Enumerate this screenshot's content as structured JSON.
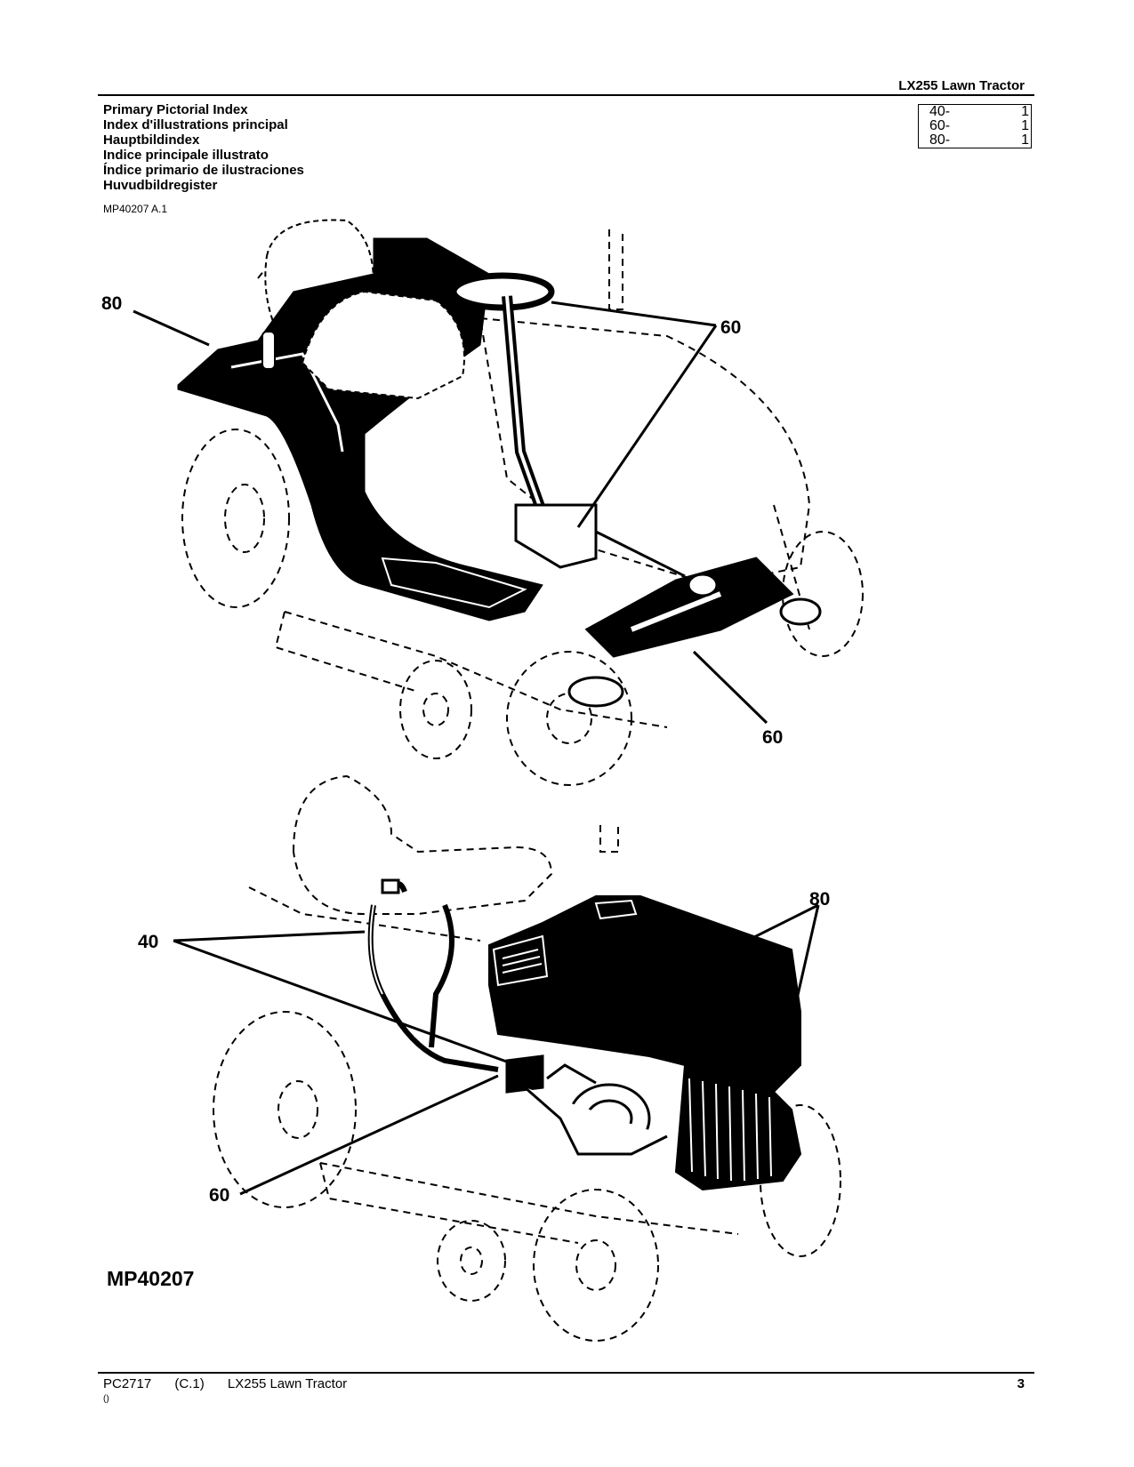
{
  "header": {
    "model": "LX255  Lawn  Tractor"
  },
  "titles": [
    "Primary Pictorial Index",
    "Index d'illustrations principal",
    "Hauptbildindex",
    "Indice principale illustrato",
    "Índice primario de ilustraciones",
    "Huvudbildregister"
  ],
  "ref_index": [
    {
      "code": "40-",
      "page": "1"
    },
    {
      "code": "60-",
      "page": "1"
    },
    {
      "code": "80-",
      "page": "1"
    }
  ],
  "figure": {
    "id": "MP40207 A.1",
    "callouts": {
      "top_80": "80",
      "top_60_upper": "60",
      "top_60_lower": "60",
      "bottom_40": "40",
      "bottom_80": "80",
      "bottom_60": "60"
    },
    "label": "MP40207"
  },
  "footer": {
    "doc_code": "PC2717",
    "revision": "(C.1)",
    "title": "LX255 Lawn Tractor",
    "page_number": "3",
    "sub": "()"
  }
}
